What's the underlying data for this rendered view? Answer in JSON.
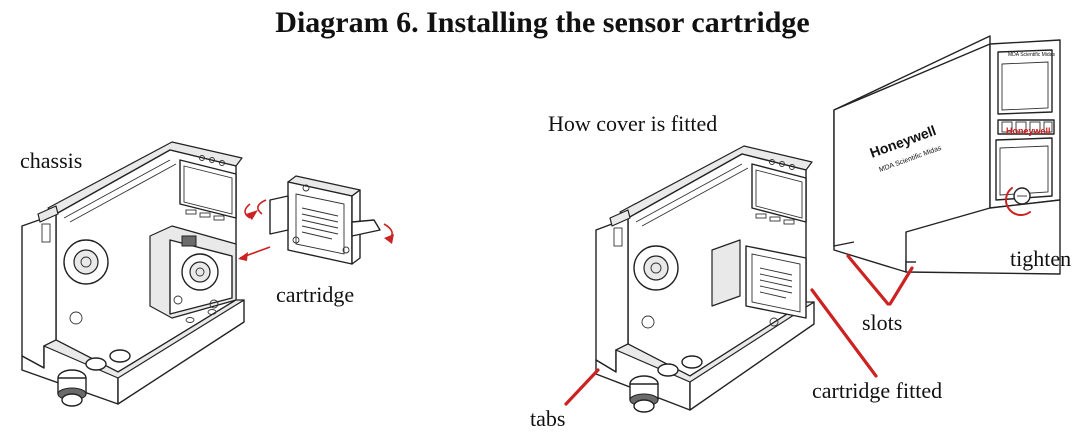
{
  "title": "Diagram 6. Installing the sensor cartridge",
  "labels": {
    "chassis": "chassis",
    "cartridge": "cartridge",
    "how_cover": "How cover is fitted",
    "tighten": "tighten",
    "slots": "slots",
    "cartridge_fitted": "cartridge fitted",
    "tabs": "tabs"
  },
  "cover_brand": {
    "name": "Honeywell",
    "product": "MDA Scientific Midas"
  },
  "colors": {
    "callout": "#cc2222",
    "line": "#222222"
  }
}
